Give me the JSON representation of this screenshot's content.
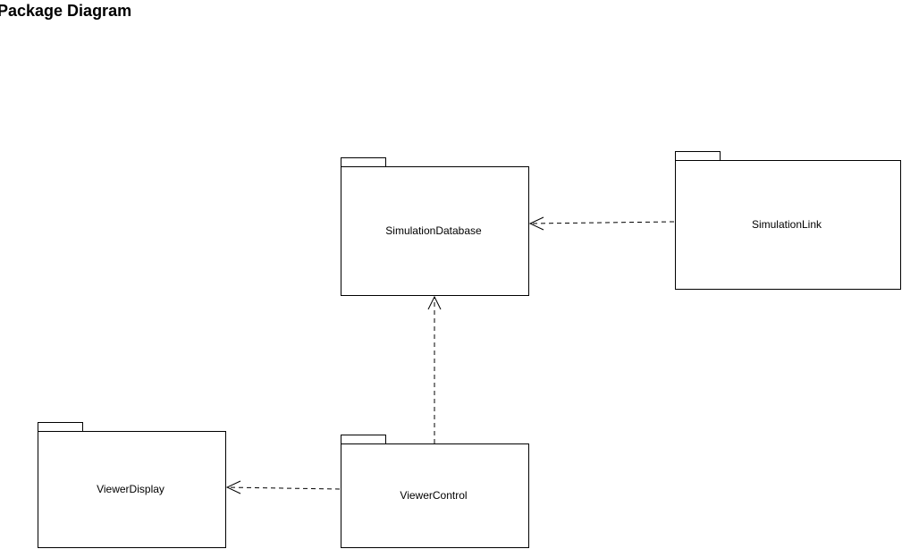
{
  "diagram": {
    "title": "Package Diagram",
    "packages": {
      "simulation_database": {
        "label": "SimulationDatabase"
      },
      "simulation_link": {
        "label": "SimulationLink"
      },
      "viewer_display": {
        "label": "ViewerDisplay"
      },
      "viewer_control": {
        "label": "ViewerControl"
      }
    },
    "dependencies": [
      {
        "from": "SimulationLink",
        "to": "SimulationDatabase"
      },
      {
        "from": "ViewerControl",
        "to": "SimulationDatabase"
      },
      {
        "from": "ViewerControl",
        "to": "ViewerDisplay"
      }
    ]
  }
}
